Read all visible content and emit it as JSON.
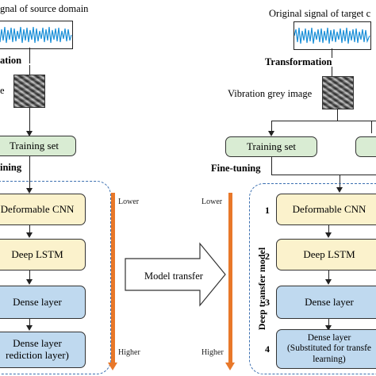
{
  "source": {
    "signal_label": "gnal of source domain",
    "transformation_label": "ation",
    "image_label": "e",
    "training_set": "Training set",
    "stage_label": "ining",
    "layers": [
      "Deformable CNN",
      "Deep LSTM",
      "Dense layer"
    ],
    "last_layer_line1": "Dense layer",
    "last_layer_line2": "rediction layer)",
    "lower": "Lower",
    "higher": "Higher"
  },
  "transfer": {
    "label": "Model transfer"
  },
  "target": {
    "signal_label": "Original signal of target c",
    "transformation_label": "Transformation",
    "image_label": "Vibration grey image",
    "training_set": "Training set",
    "stage_label": "Fine-tuning",
    "model_label": "Deep transfer model",
    "numbers": [
      "1",
      "2",
      "3",
      "4"
    ],
    "layers": [
      "Deformable CNN",
      "Deep LSTM",
      "Dense layer"
    ],
    "last_layer_line1": "Dense layer",
    "last_layer_line2": "(Substituted for transfe",
    "last_layer_line3": "learning)",
    "lower": "Lower",
    "higher": "Higher"
  },
  "colors": {
    "green_box": "#d9ecd3",
    "yellow_box": "#fbf2cc",
    "blue_box": "#bfd9ef",
    "dashed_border": "#3b6fb0",
    "level_arrow": "#e8782a",
    "signal_wave": "#1a8fd8"
  }
}
